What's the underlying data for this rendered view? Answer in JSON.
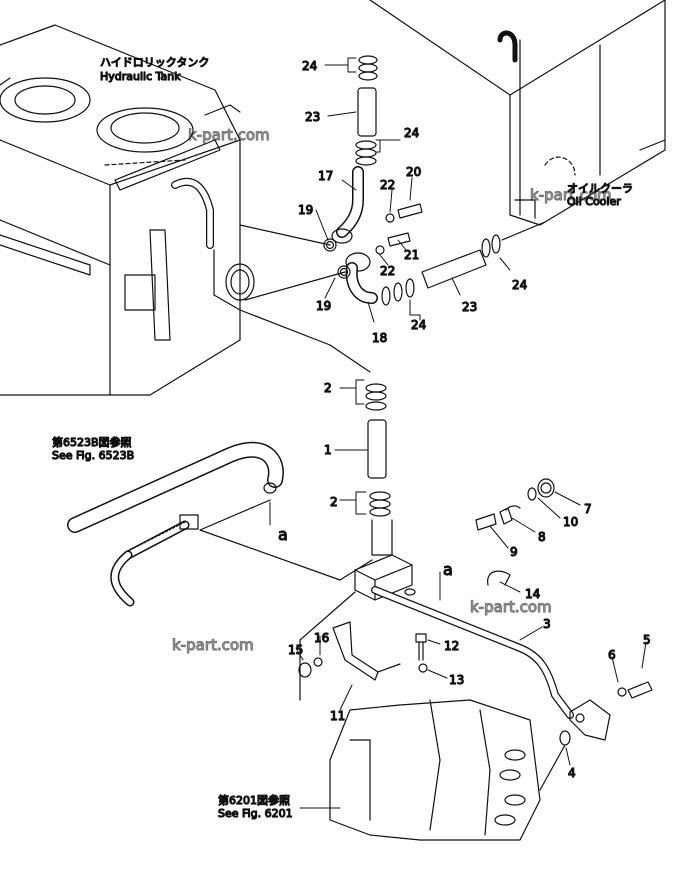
{
  "labels": {
    "tank_jp": "ハイドロリックタンク",
    "tank_en": "Hydraulic Tank",
    "cooler_jp": "オイルクーラ",
    "cooler_en": "Oil Cooler",
    "ref1_jp": "第6523B図参照",
    "ref1_en": "See Fig. 6523B",
    "ref2_jp": "第6201図参照",
    "ref2_en": "See Fig. 6201",
    "a_top": "a",
    "a_left": "a"
  },
  "watermark": "k-part.com",
  "callouts": {
    "c24a": "24",
    "c23a": "23",
    "c24b": "24",
    "c17": "17",
    "c20": "20",
    "c22a": "22",
    "c19a": "19",
    "c21": "21",
    "c22b": "22",
    "c19b": "19",
    "c24c": "24",
    "c23b": "23",
    "c24d": "24",
    "c18": "18",
    "c2a": "2",
    "c1": "1",
    "c2b": "2",
    "c7": "7",
    "c10": "10",
    "c8": "8",
    "c9": "9",
    "c14": "14",
    "c3": "3",
    "c5": "5",
    "c6": "6",
    "c12": "12",
    "c16": "16",
    "c15": "15",
    "c13": "13",
    "c11": "11",
    "c4": "4"
  },
  "colors": {
    "ink": "#111111",
    "paper": "#ffffff",
    "watermark": "#9a9a9a"
  }
}
